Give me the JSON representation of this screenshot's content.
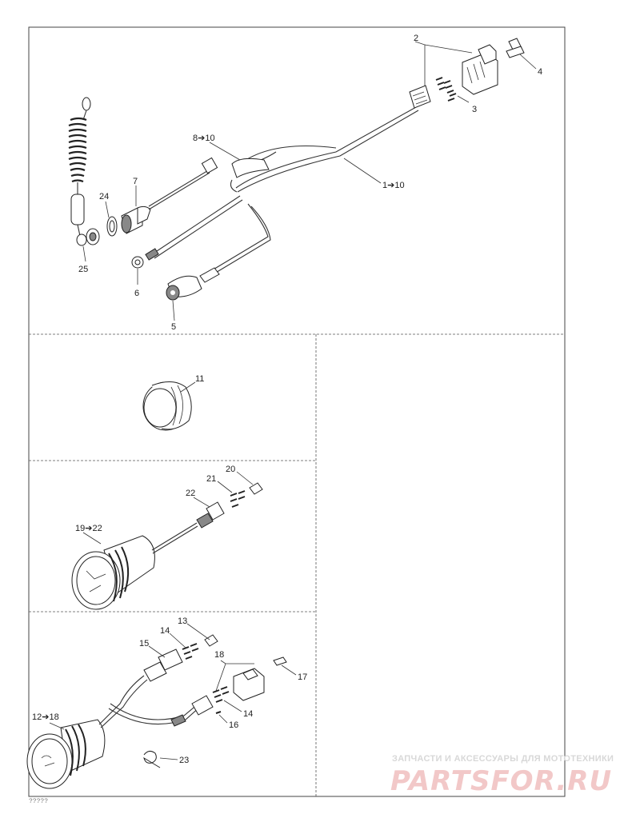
{
  "callouts": {
    "p1_10": "1➔10",
    "p2": "2",
    "p3": "3",
    "p4": "4",
    "p5": "5",
    "p6": "6",
    "p7": "7",
    "p8_10": "8➔10",
    "p24": "24",
    "p25": "25",
    "p11": "11",
    "p19_22": "19➔22",
    "p20": "20",
    "p21": "21",
    "p22": "22",
    "p12_18": "12➔18",
    "p13": "13",
    "p14a": "14",
    "p14b": "14",
    "p15": "15",
    "p16": "16",
    "p17": "17",
    "p18": "18",
    "p23": "23"
  },
  "watermark": {
    "tagline": "ЗАПЧАСТИ И АКСЕССУАРЫ ДЛЯ МОТОТЕХНИКИ",
    "brand": "PARTSFOR.RU"
  },
  "drawing_code": "?????"
}
